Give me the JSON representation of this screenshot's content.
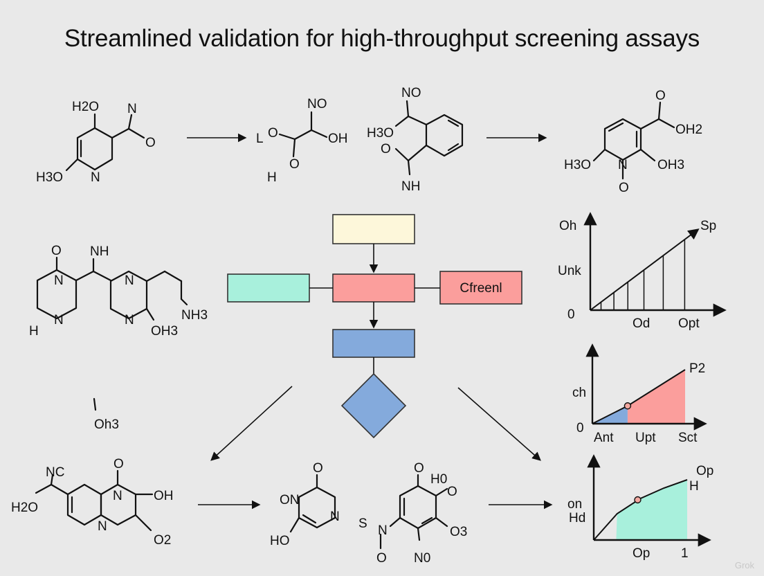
{
  "title": "Streamlined validation for high-throughput screening assays",
  "watermark": "Grok",
  "colors": {
    "background": "#e9e9e9",
    "box_cream": "#fdf7da",
    "box_mint": "#a8f0dc",
    "box_salmon": "#fb9e9c",
    "box_blue": "#84aadc",
    "fill_blue": "#84aadc",
    "fill_pink": "#fb9e9c",
    "fill_mint": "#a8f0dc",
    "point": "#f3a8a0"
  },
  "molecules": {
    "m1": {
      "h2o": "H2O",
      "n_top": "N",
      "o_right": "O",
      "h3o": "H3O",
      "n_ring": "N"
    },
    "m2": {
      "l": "L",
      "o_left": "O",
      "no": "NO",
      "oh": "OH",
      "h1": "H",
      "o_low": "O"
    },
    "m3": {
      "no": "NO",
      "h3o": "H3O",
      "o": "O",
      "nh": "NH"
    },
    "m4": {
      "o_top": "O",
      "oh2": "OH2",
      "h3o": "H3O",
      "n": "N",
      "oh3": "OH3",
      "o_low": "O"
    },
    "m5": {
      "o": "O",
      "nh": "NH",
      "n_a": "N",
      "n_b": "N",
      "n_c": "N",
      "n_d": "N",
      "h1": "H",
      "oh3": "OH3",
      "nh3": "NH3"
    },
    "m6": {
      "oh3": "Oh3"
    },
    "m7": {
      "nc": "NC",
      "h2o": "H2O",
      "o_top": "O",
      "n_top": "N",
      "oh": "OH",
      "n_ring": "N",
      "o2": "O2"
    },
    "m8": {
      "o_top": "O",
      "on": "ON",
      "n": "N",
      "ho": "HO"
    },
    "m9": {
      "o_top": "O",
      "h0": "H0",
      "o_right": "O",
      "s": "S",
      "n": "N",
      "o3": "O3",
      "o_low": "O",
      "n0": "N0"
    }
  },
  "flowchart": {
    "box_label": "Cfreenl"
  },
  "chart_data": [
    {
      "type": "bar",
      "ylabel_top": "Oh",
      "ylabel_mid": "Unk",
      "y_zero": "0",
      "series_end_label": "Sp",
      "x_ticklabels": [
        "Od",
        "Opt"
      ],
      "values": [
        0.1,
        0.22,
        0.35,
        0.5,
        0.68,
        0.88
      ],
      "trend": [
        [
          0,
          0
        ],
        [
          1,
          1
        ]
      ]
    },
    {
      "type": "area",
      "ylabel": "ch",
      "y_zero": "0",
      "x_ticklabels": [
        "Ant",
        "Upt",
        "Sct"
      ],
      "series_end_label": "P2",
      "x": [
        0,
        0.38,
        1.0
      ],
      "y": [
        0,
        0.33,
        1.0
      ],
      "point": [
        0.38,
        0.33
      ]
    },
    {
      "type": "area",
      "ylabel_1": "on",
      "ylabel_2": "Hd",
      "x_ticklabels": [
        "Op",
        "1"
      ],
      "series_end_label_1": "Op",
      "series_end_label_2": "H",
      "x": [
        0,
        0.25,
        0.5,
        0.75,
        1.0
      ],
      "y": [
        0,
        0.38,
        0.6,
        0.75,
        0.87
      ],
      "point": [
        0.47,
        0.58
      ]
    }
  ]
}
